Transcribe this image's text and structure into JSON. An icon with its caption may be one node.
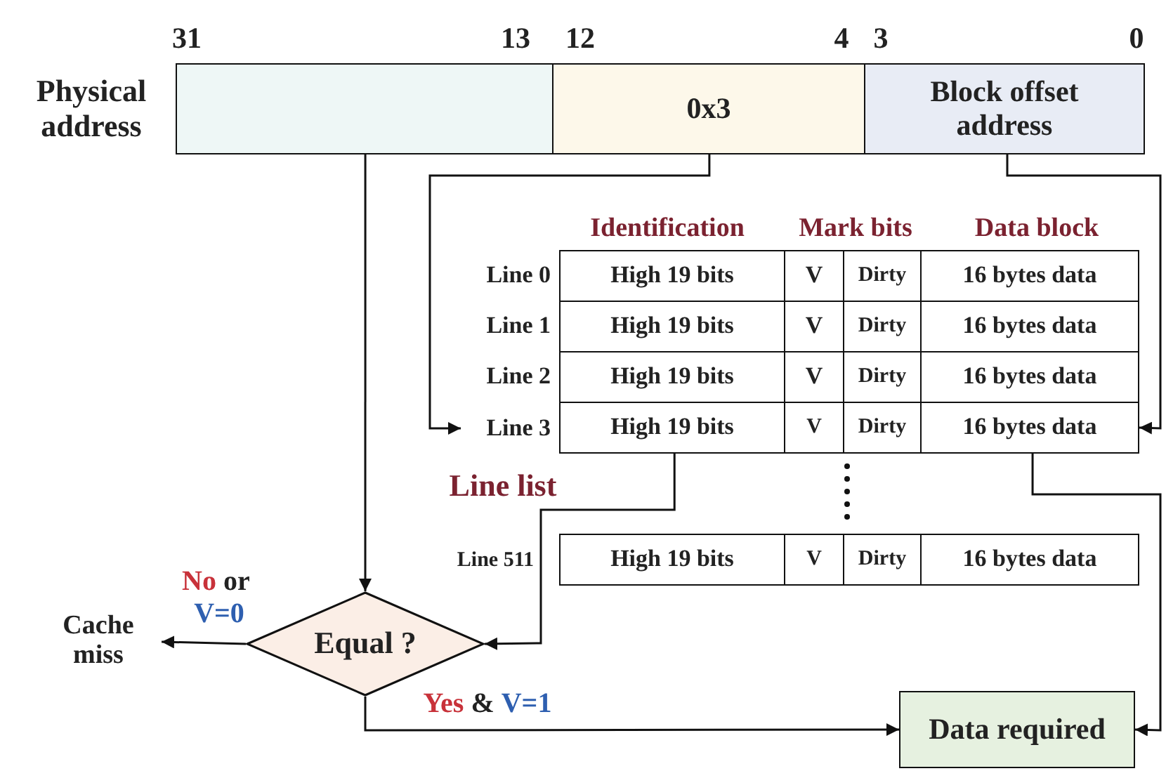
{
  "diagram": {
    "nodes": [
      {
        "text": [],
        "shape": "box"
      },
      {
        "text": [
          "0x3"
        ]
      },
      {
        "text": [
          "Block offset address"
        ]
      },
      {
        "text": [
          "High 19 bits"
        ]
      },
      {
        "text": [
          "V"
        ]
      },
      {
        "text": [
          "Dirty"
        ]
      },
      {
        "text": [
          "16 bytes data"
        ]
      },
      {
        "text": [
          "High 19 bits"
        ]
      },
      {
        "text": [
          "V"
        ]
      },
      {
        "text": [
          "Dirty"
        ]
      },
      {
        "text": [
          "16 bytes data"
        ]
      },
      {
        "text": [
          "High 19 bits"
        ]
      },
      {
        "text": [
          "V"
        ]
      },
      {
        "text": [
          "Dirty"
        ]
      },
      {
        "text": [
          "16 bytes data"
        ]
      },
      {
        "text": [
          "Line 3"
        ]
      },
      {
        "text": [
          "High 19 bits"
        ]
      },
      {
        "text": [
          "V"
        ]
      },
      {
        "text": [
          "Dirty"
        ]
      },
      {
        "text": [
          "16 bytes data"
        ]
      },
      {
        "text": [
          "High 19 bits"
        ]
      },
      {
        "text": [
          "V"
        ]
      },
      {
        "text": [
          "Dirty"
        ]
      },
      {
        "text": [
          "16 bytes data"
        ]
      },
      {
        "text": [
          "Cache miss"
        ]
      },
      {
        "text": [
          "Equal ?"
        ]
      },
      {
        "text": [
          "Data required"
        ]
      }
    ],
    "edges": [
      {
        "from": 0,
        "to": 25,
        "arrow": "to"
      },
      {
        "from": 1,
        "to": 15,
        "arrow": "to"
      },
      {
        "from": 2,
        "to": 19,
        "arrow": "to"
      },
      {
        "from": 16,
        "to": 25,
        "arrow": "to"
      },
      {
        "from": 19,
        "to": 26,
        "arrow": "to"
      },
      {
        "from": 25,
        "to": 24,
        "arrow": "to",
        "label": "No or V=0"
      },
      {
        "from": 25,
        "to": 26,
        "arrow": "to",
        "label": "Yes & V=1"
      }
    ],
    "labels": [
      "31",
      "13",
      "12",
      "4",
      "3",
      "0",
      "Physical address",
      "Identification",
      "Mark bits",
      "Data block",
      "Line 0",
      "Line 1",
      "Line 2",
      "Line list",
      "Line 511"
    ]
  }
}
